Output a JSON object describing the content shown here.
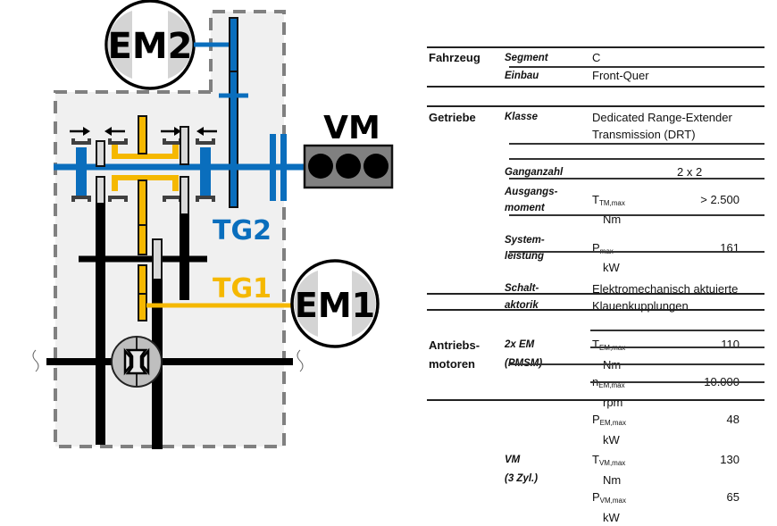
{
  "diagram": {
    "labels": {
      "em2": "EM2",
      "em1": "EM1",
      "vm": "VM",
      "tg2": "TG2",
      "tg1": "TG1"
    },
    "colors": {
      "blue": "#0a6ebd",
      "yellow": "#f5b800",
      "black": "#000000",
      "gray_housing": "#808080",
      "light_gray": "#d9d9d9",
      "background_box": "#f0f0f0",
      "engine_block": "#808080"
    }
  },
  "table": {
    "sections": [
      {
        "group": "Fahrzeug",
        "rows": [
          {
            "param": "Segment",
            "value": "C"
          },
          {
            "param": "Einbau",
            "value": "Front-Quer"
          }
        ]
      },
      {
        "group": "Getriebe",
        "rows": [
          {
            "param": "Klasse",
            "value_line1": "Dedicated Range-Extender",
            "value_line2": "Transmission (DRT)"
          },
          {
            "param": "Ganganzahl",
            "value": "2 x 2"
          },
          {
            "param_line1": "Ausgangs-",
            "param_line2": "moment",
            "symbol": "T",
            "symbol_sub": "TM,max",
            "value": "> 2.500",
            "unit": "Nm"
          },
          {
            "param_line1": "System-",
            "param_line2": "leistung",
            "symbol": "P",
            "symbol_sub": "max",
            "value": "161",
            "unit": "kW"
          },
          {
            "param_line1": "Schalt-",
            "param_line2": "aktorik",
            "value_line1": "Elektromechanisch aktuierte",
            "value_line2": "Klauenkupplungen"
          }
        ]
      },
      {
        "group_line1": "Antriebs-",
        "group_line2": "motoren",
        "subgroups": [
          {
            "name_line1": "2x EM",
            "name_line2": "(PMSM)",
            "rows": [
              {
                "symbol": "T",
                "symbol_sub": "EM,max",
                "value": "110",
                "unit": "Nm"
              },
              {
                "symbol": "n",
                "symbol_sub": "EM,max",
                "value": "10.000",
                "unit": "rpm"
              },
              {
                "symbol": "P",
                "symbol_sub": "EM,max",
                "value": "48",
                "unit": "kW"
              }
            ]
          },
          {
            "name_line1": "VM",
            "name_line2": "(3 Zyl.)",
            "rows": [
              {
                "symbol": "T",
                "symbol_sub": "VM,max",
                "value": "130",
                "unit": "Nm"
              },
              {
                "symbol": "P",
                "symbol_sub": "VM,max",
                "value": "65",
                "unit": "kW"
              }
            ]
          }
        ]
      }
    ]
  }
}
